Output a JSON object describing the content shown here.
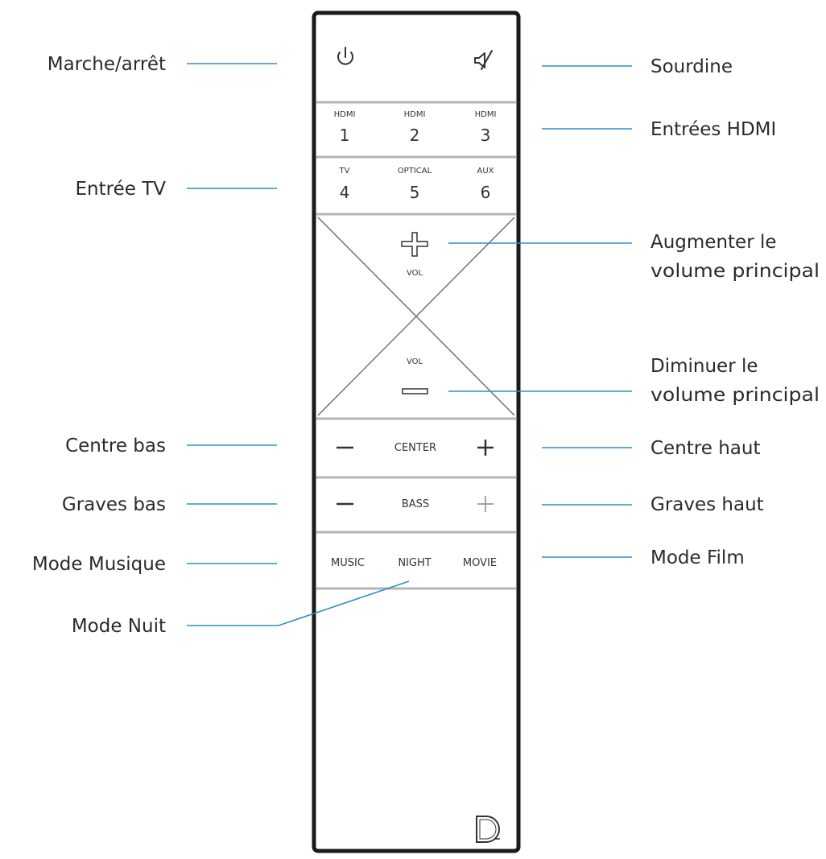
{
  "labels": {
    "power": "Marche/arrêt",
    "mute": "Sourdine",
    "hdmi_inputs": "Entrées HDMI",
    "tv_input": "Entrée TV",
    "vol_up_line1": "Augmenter le",
    "vol_up_line2": "volume principal",
    "vol_down_line1": "Diminuer le",
    "vol_down_line2": "volume principal",
    "center_down": "Centre bas",
    "center_up": "Centre haut",
    "bass_down": "Graves bas",
    "bass_up": "Graves haut",
    "music_mode": "Mode Musique",
    "movie_mode": "Mode Film",
    "night_mode": "Mode Nuit"
  },
  "remote": {
    "inputs_row1": [
      {
        "caption": "HDMI",
        "number": "1"
      },
      {
        "caption": "HDMI",
        "number": "2"
      },
      {
        "caption": "HDMI",
        "number": "3"
      }
    ],
    "inputs_row2": [
      {
        "caption": "TV",
        "number": "4"
      },
      {
        "caption": "OPTICAL",
        "number": "5"
      },
      {
        "caption": "AUX",
        "number": "6"
      }
    ],
    "vol_up_label": "VOL",
    "vol_down_label": "VOL",
    "center_label": "CENTER",
    "bass_label": "BASS",
    "mode_music": "MUSIC",
    "mode_night": "NIGHT",
    "mode_movie": "MOVIE"
  },
  "colors": {
    "callout_line": "#2f8fc3",
    "remote_outline": "#1a1a1a"
  },
  "icons": {
    "power": "power-icon",
    "mute": "mute-icon",
    "brand": "brand-logo-icon"
  }
}
